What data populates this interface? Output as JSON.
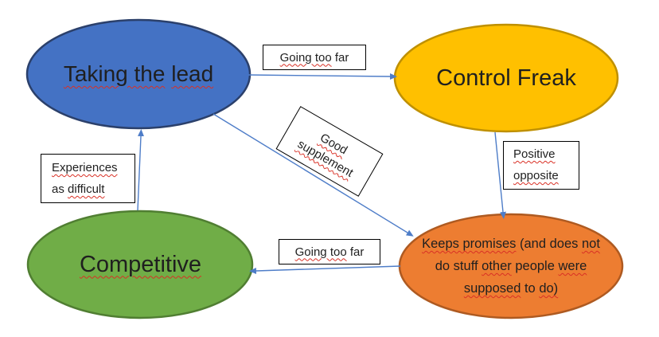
{
  "diagram": {
    "background": "#FFFFFF",
    "arrow_color": "#4E7DC8",
    "squiggle_color": "#D93025",
    "label_box_border": "#000000",
    "label_box_fill": "#FFFFFF",
    "nodes": [
      {
        "id": "taking-the-lead",
        "label": "Taking the lead",
        "fill": "#4472C4",
        "stroke": "#2B406B",
        "segments": [
          {
            "text": "Taking the",
            "squiggle": true
          },
          {
            "text": " ",
            "squiggle": false
          },
          {
            "text": "lead",
            "squiggle": true
          }
        ]
      },
      {
        "id": "control-freak",
        "label": "Control Freak",
        "fill": "#FFC000",
        "stroke": "#BF9000",
        "segments": [
          {
            "text": "Control Freak",
            "squiggle": false
          }
        ]
      },
      {
        "id": "competitive",
        "label": "Competitive",
        "fill": "#70AD47",
        "stroke": "#507E32",
        "segments": [
          {
            "text": "Competitive",
            "squiggle": true
          }
        ]
      },
      {
        "id": "keeps-promises",
        "label": "Keeps promises (and does not do stuff other people were supposed to do)",
        "fill": "#ED7D31",
        "stroke": "#AE5A21",
        "lines": [
          [
            {
              "text": "Keeps promises",
              "squiggle": true
            },
            {
              "text": " (and does ",
              "squiggle": false
            },
            {
              "text": "not",
              "squiggle": true
            }
          ],
          [
            {
              "text": "do stuff ",
              "squiggle": false
            },
            {
              "text": "other",
              "squiggle": true
            },
            {
              "text": " people ",
              "squiggle": false
            },
            {
              "text": "were",
              "squiggle": true
            }
          ],
          [
            {
              "text": "supposed",
              "squiggle": true
            },
            {
              "text": " to ",
              "squiggle": false
            },
            {
              "text": "do)",
              "squiggle": true
            }
          ]
        ]
      }
    ],
    "edge_labels": [
      {
        "id": "going-too-far-top",
        "label": "Going too far",
        "segments": [
          {
            "text": "Going too",
            "squiggle": true
          },
          {
            "text": " far",
            "squiggle": false
          }
        ]
      },
      {
        "id": "good-supplement",
        "label": "Good supplement",
        "lines": [
          [
            {
              "text": "Good",
              "squiggle": true
            }
          ],
          [
            {
              "text": "supplement",
              "squiggle": true
            }
          ]
        ]
      },
      {
        "id": "positive-opposite",
        "label": "Positive opposite",
        "lines": [
          [
            {
              "text": "Positive",
              "squiggle": true
            }
          ],
          [
            {
              "text": "opposite",
              "squiggle": true
            }
          ]
        ]
      },
      {
        "id": "experiences-as-difficult",
        "label": "Experiences as difficult",
        "lines": [
          [
            {
              "text": "Experiences",
              "squiggle": true
            }
          ],
          [
            {
              "text": "as ",
              "squiggle": false
            },
            {
              "text": "difficult",
              "squiggle": true
            }
          ]
        ]
      },
      {
        "id": "going-too-far-bottom",
        "label": "Going too far",
        "segments": [
          {
            "text": "Going too",
            "squiggle": true
          },
          {
            "text": " far",
            "squiggle": false
          }
        ]
      }
    ],
    "connections": [
      {
        "from": "taking-the-lead",
        "to": "control-freak",
        "label": "Going too far"
      },
      {
        "from": "taking-the-lead",
        "to": "keeps-promises",
        "label": "Good supplement"
      },
      {
        "from": "control-freak",
        "to": "keeps-promises",
        "label": "Positive opposite"
      },
      {
        "from": "keeps-promises",
        "to": "competitive",
        "label": "Going too far"
      },
      {
        "from": "competitive",
        "to": "taking-the-lead",
        "label": "Experiences as difficult"
      }
    ]
  }
}
